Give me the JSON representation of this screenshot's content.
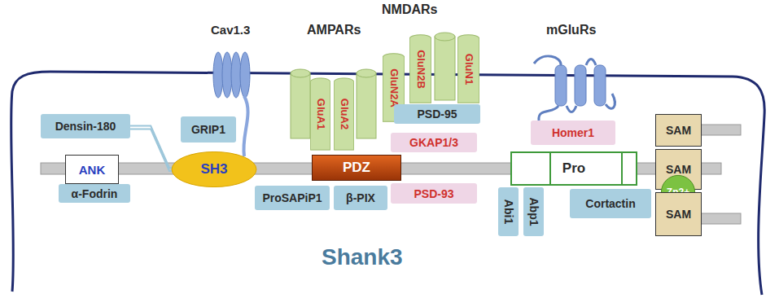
{
  "diagram": {
    "nodes": [
      {
        "text": [
          "Densin-180"
        ]
      },
      {
        "text": [
          "GRIP1"
        ]
      },
      {
        "text": [
          "GluA1"
        ]
      },
      {
        "text": [
          "GluA2"
        ]
      },
      {
        "text": [
          "GluN2A"
        ]
      },
      {
        "text": [
          "GluN2B"
        ]
      },
      {
        "text": [
          "GluN1"
        ]
      },
      {
        "text": [
          "PSD-95"
        ]
      },
      {
        "text": [
          "GKAP1/3"
        ]
      },
      {
        "text": [
          "Homer1"
        ]
      },
      {
        "text": [
          "SAM"
        ]
      },
      {
        "text": [
          "ANK"
        ]
      },
      {
        "text": [
          "SH3"
        ]
      },
      {
        "text": [
          "PDZ"
        ]
      },
      {
        "text": [
          "Pro"
        ]
      },
      {
        "text": [
          "SAM"
        ]
      },
      {
        "text": [
          "Zn2+"
        ]
      },
      {
        "text": [
          "α-Fodrin"
        ]
      },
      {
        "text": [
          "ProSAPiP1"
        ]
      },
      {
        "text": [
          "β-PIX"
        ]
      },
      {
        "text": [
          "PSD-93"
        ]
      },
      {
        "text": [
          "Abi1"
        ]
      },
      {
        "text": [
          "Abp1"
        ]
      },
      {
        "text": [
          "Cortactin"
        ]
      },
      {
        "text": [
          "SAM"
        ]
      }
    ],
    "edges": [
      {
        "from": 0,
        "to": 12,
        "arrow": "none"
      }
    ],
    "labels": [
      "Cav1.3",
      "AMPARs",
      "NMDARs",
      "mGluRs",
      "Shank3"
    ]
  }
}
